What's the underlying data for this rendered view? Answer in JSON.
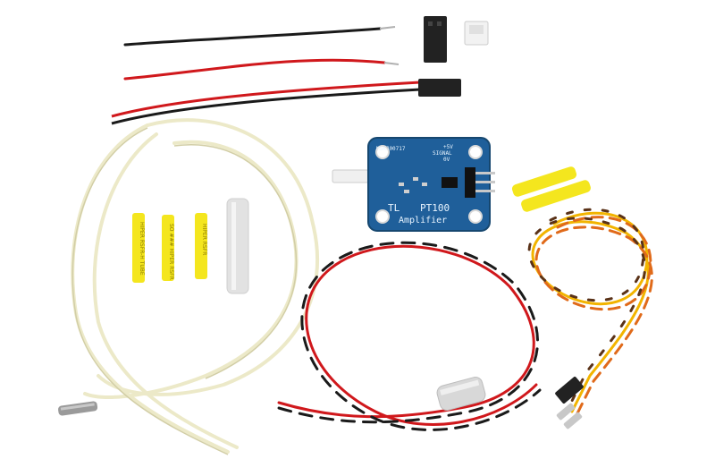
{
  "colors": {
    "background": "#ffffff",
    "pcb_blue": "#1f5f9a",
    "pcb_edge": "#16476f",
    "wire_red": "#d0181c",
    "wire_black": "#1a1a1a",
    "wire_yellow": "#f2b400",
    "wire_orange": "#e06a1a",
    "wire_brown": "#5a3218",
    "fiberglass": "#ece9c8",
    "heatshrink_yellow": "#f4e61e",
    "sleeve_clear": "#e2e2e2",
    "probe_steel": "#9a9a9a",
    "connector_black": "#222222",
    "connector_white": "#f2f2f2"
  },
  "board": {
    "part_number": "MSKJ00717",
    "pin_5v": "+5V",
    "pin_signal": "SIGNAL",
    "pin_0v": "0V",
    "brand": "TL",
    "product": "PT100",
    "subtitle": "Amplifier"
  },
  "heatshrink": {
    "tube_1_text": "HIPER RSFR-H TUBE",
    "tube_2_text": "SO ### HIPER RSFR",
    "tube_3_text": "HIPER RSFR"
  },
  "icons": {
    "probe": "steel-probe-icon",
    "ferrite": "ferrite-bead-icon"
  }
}
